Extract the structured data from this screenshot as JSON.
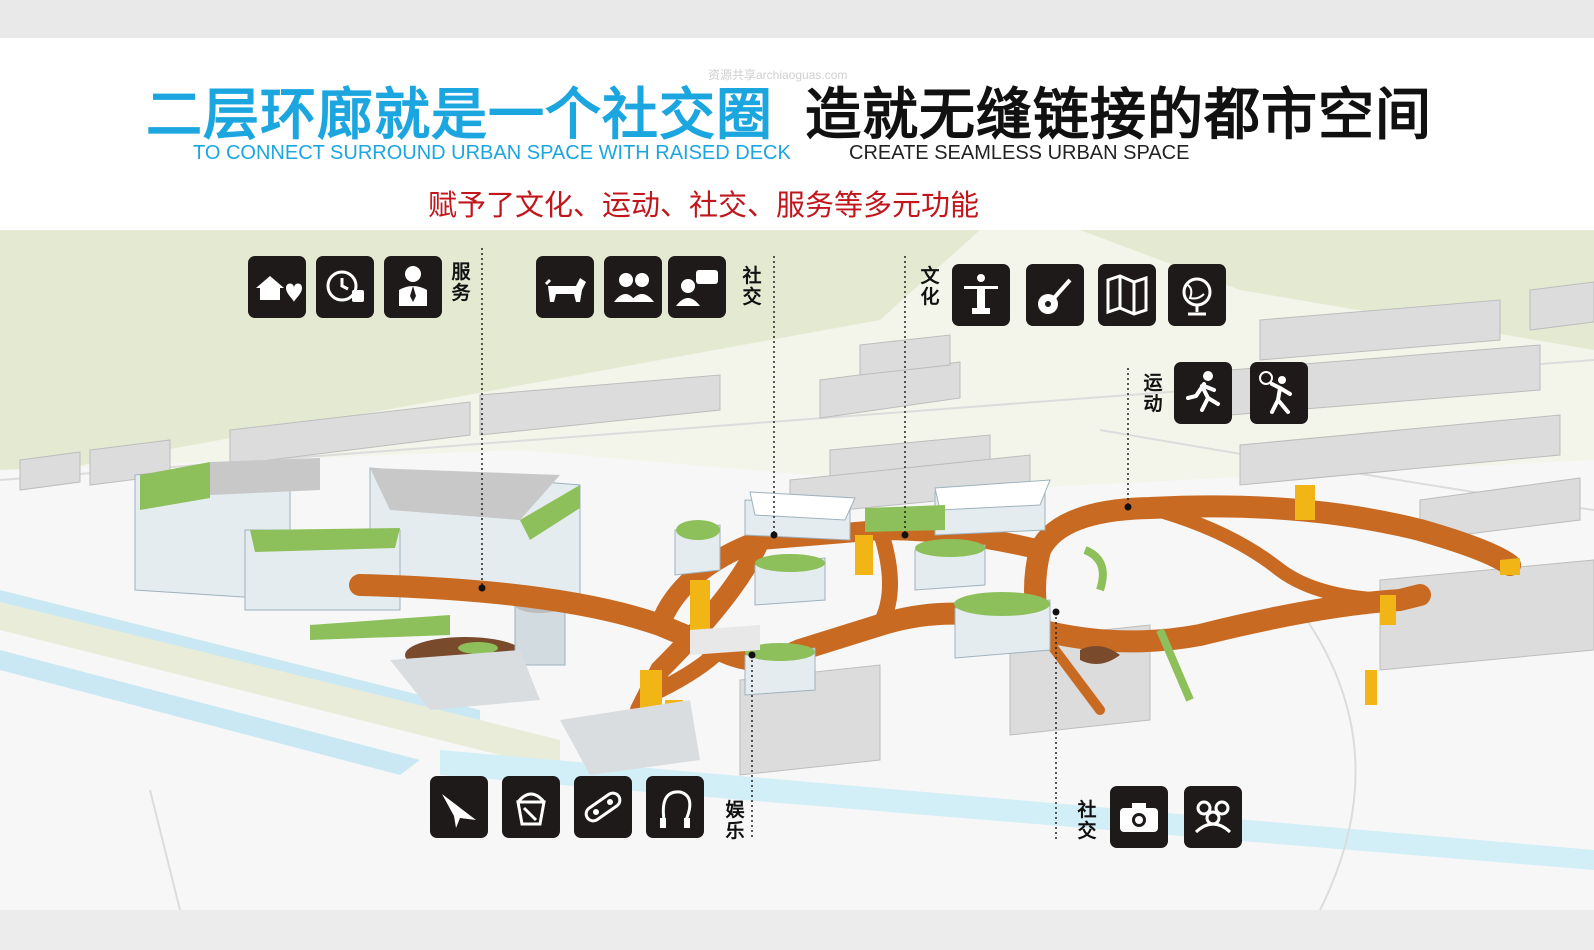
{
  "header": {
    "title_cn_left": "二层环廊就是一个社交圈",
    "title_cn_right": "造就无缝链接的都市空间",
    "subtitle_en_left": "TO CONNECT SURROUND URBAN SPACE WITH RAISED DECK",
    "subtitle_en_right": "CREATE SEAMLESS URBAN SPACE",
    "tagline": "赋予了文化、运动、社交、服务等多元功能",
    "watermark": "资源共享archiaoguas.com"
  },
  "colors": {
    "title_blue": "#1ba6e0",
    "tagline_red": "#c0161c",
    "deck_orange": "#c96a22",
    "roof_green": "#7db54f",
    "core_yellow": "#f1b515",
    "icon_bg": "#1f1a1a"
  },
  "groups": {
    "service": {
      "label": "服务",
      "icons": [
        "home-heart-icon",
        "clock-coffee-icon",
        "staff-person-icon"
      ]
    },
    "social_top": {
      "label": "社交",
      "icons": [
        "dog-icon",
        "two-people-icon",
        "chat-person-icon"
      ]
    },
    "culture": {
      "label": "文化",
      "icons": [
        "statue-icon",
        "guitar-icon",
        "map-icon",
        "globe-icon"
      ]
    },
    "sport": {
      "label": "运动",
      "icons": [
        "running-icon",
        "tennis-icon"
      ]
    },
    "leisure": {
      "label": "娱乐",
      "icons": [
        "paper-plane-icon",
        "sand-bucket-icon",
        "skateboard-icon",
        "jump-rope-icon"
      ]
    },
    "social_bottom": {
      "label": "社交",
      "icons": [
        "camera-icon",
        "group-people-icon"
      ]
    }
  }
}
